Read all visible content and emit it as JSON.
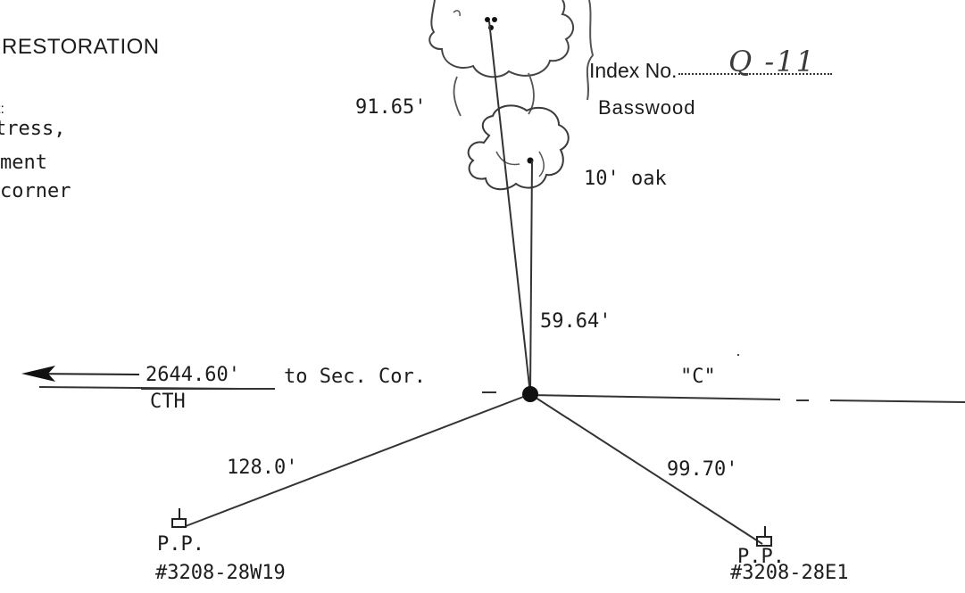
{
  "header": {
    "title": "RESTORATION",
    "note_lines": [
      "t:",
      "tress,",
      "ment",
      "corner"
    ]
  },
  "index": {
    "label": "Index No.",
    "value": "Q -11"
  },
  "trees": {
    "top_tree": "Basswood",
    "lower_tree": "10' oak"
  },
  "measurements": {
    "to_basswood": "91.65'",
    "to_oak": "59.64'",
    "to_west_pp": "128.0'",
    "to_east_pp": "99.70'"
  },
  "road": {
    "distance_label": "2644.60'",
    "distance_suffix": "to Sec. Cor.",
    "west_name": "CTH",
    "east_name": "\"C\""
  },
  "witness_points": {
    "west": {
      "label": "P.P.",
      "number": "#3208-28W19"
    },
    "east": {
      "label": "P.P.",
      "number": "#3208-28E1"
    }
  }
}
